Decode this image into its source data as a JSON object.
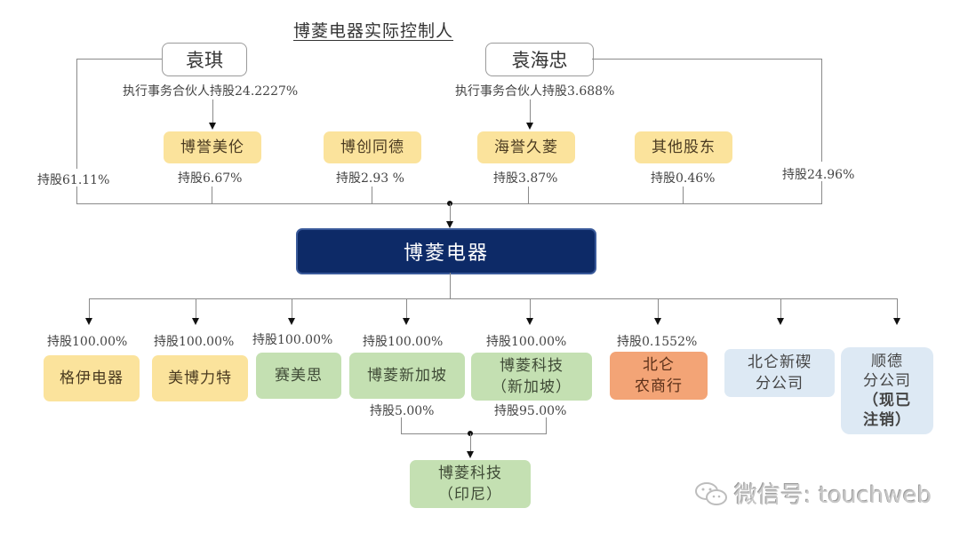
{
  "title": "博菱电器实际控制人",
  "controllers": [
    {
      "name": "袁琪",
      "role": "执行事务合伙人持股24.2227%",
      "direct": "持股61.11%"
    },
    {
      "name": "袁海忠",
      "role": "执行事务合伙人持股3.688%",
      "direct": "持股24.96%"
    }
  ],
  "shareholders": [
    {
      "name": "博誉美伦",
      "stake": "持股6.67%",
      "color": "#fbe39c"
    },
    {
      "name": "博创同德",
      "stake": "持股2.93 %",
      "color": "#fbe39c"
    },
    {
      "name": "海誉久菱",
      "stake": "持股3.87%",
      "color": "#fbe39c"
    },
    {
      "name": "其他股东",
      "stake": "持股0.46%",
      "color": "#fbe39c"
    }
  ],
  "company": {
    "name": "博菱电器",
    "color": "#0d2a67"
  },
  "subsidiaries": [
    {
      "name": "格伊电器",
      "stake": "持股100.00%",
      "color": "#fbe39c"
    },
    {
      "name": "美博力特",
      "stake": "持股100.00%",
      "color": "#fbe39c"
    },
    {
      "name": "赛美思",
      "stake": "持股100.00%",
      "color": "#c4e0b2"
    },
    {
      "name": "博菱新加坡",
      "stake": "持股100.00%",
      "sub_stake": "持股5.00%",
      "color": "#c4e0b2"
    },
    {
      "name_line1": "博菱科技",
      "name_line2": "（新加坡）",
      "stake": "持股100.00%",
      "sub_stake": "持股95.00%",
      "color": "#c4e0b2"
    },
    {
      "name_line1": "北仑",
      "name_line2": "农商行",
      "stake": "持股0.1552%",
      "color": "#f3a476"
    },
    {
      "name_line1": "北仑新碶",
      "name_line2": "分公司",
      "color": "#dde9f4"
    },
    {
      "name_line1": "顺德",
      "name_line2": "分公司",
      "name_line3": "（现已",
      "name_line4": "注销）",
      "color": "#dde9f4"
    }
  ],
  "grandchild": {
    "name_line1": "博菱科技",
    "name_line2": "（印尼）",
    "color": "#c4e0b2"
  },
  "watermark": {
    "icon": "wechat-icon",
    "text": "微信号: touchweb"
  }
}
